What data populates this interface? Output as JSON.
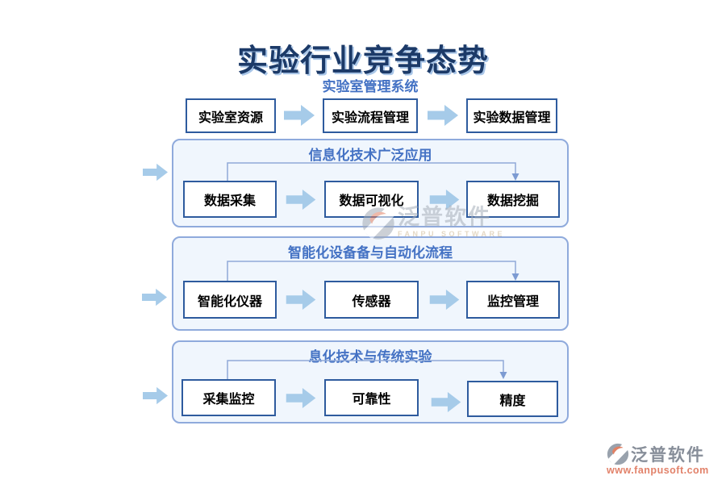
{
  "title": "实验行业竞争态势",
  "rows": [
    {
      "label": "实验室管理系统",
      "items": [
        "实验室资源",
        "实验流程管理",
        "实验数据管理"
      ]
    },
    {
      "label": "信息化技术广泛应用",
      "items": [
        "数据采集",
        "数据可视化",
        "数据挖掘"
      ]
    },
    {
      "label": "智能化设备备与自动化流程",
      "items": [
        "智能化仪器",
        "传感器",
        "监控管理"
      ]
    },
    {
      "label": "息化技术与传统实验",
      "items": [
        "采集监控",
        "可靠性",
        "精度"
      ]
    }
  ],
  "watermark": {
    "brand": "泛普软件",
    "brand_en": "FANPU SOFTWARE",
    "url": "www.fanpusoft.com"
  },
  "icons": {
    "flow_arrow": "block-arrow-right-icon",
    "logo": "fanpu-logo-icon"
  },
  "colors": {
    "title": "#1c3a68",
    "title_shadow": "#a9c6e8",
    "section_label": "#4472c4",
    "box_border": "#2e5b9e",
    "panel_border": "#8faadc",
    "panel_bg": "#f0f6fd",
    "arrow_fill": "#a6cbe9",
    "connector": "#8fa9d8",
    "watermark_gray": "#878e99",
    "watermark_orange": "#e2826a"
  }
}
